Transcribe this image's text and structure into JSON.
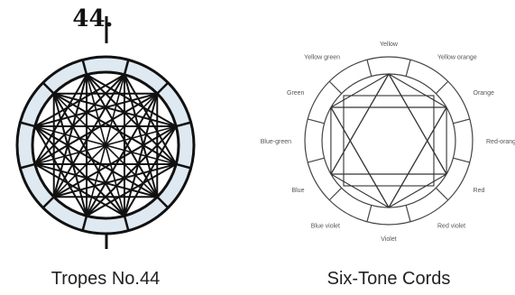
{
  "left_figure": {
    "number": "44.",
    "caption": "Tropes No.44"
  },
  "right_figure": {
    "caption": "Six-Tone Cords",
    "segments": [
      "Yellow",
      "Yellow orange",
      "Orange",
      "Red-orange",
      "Red",
      "Red violet",
      "Violet",
      "Blue violet",
      "Blue",
      "Blue-green",
      "Green",
      "Yellow green"
    ]
  }
}
